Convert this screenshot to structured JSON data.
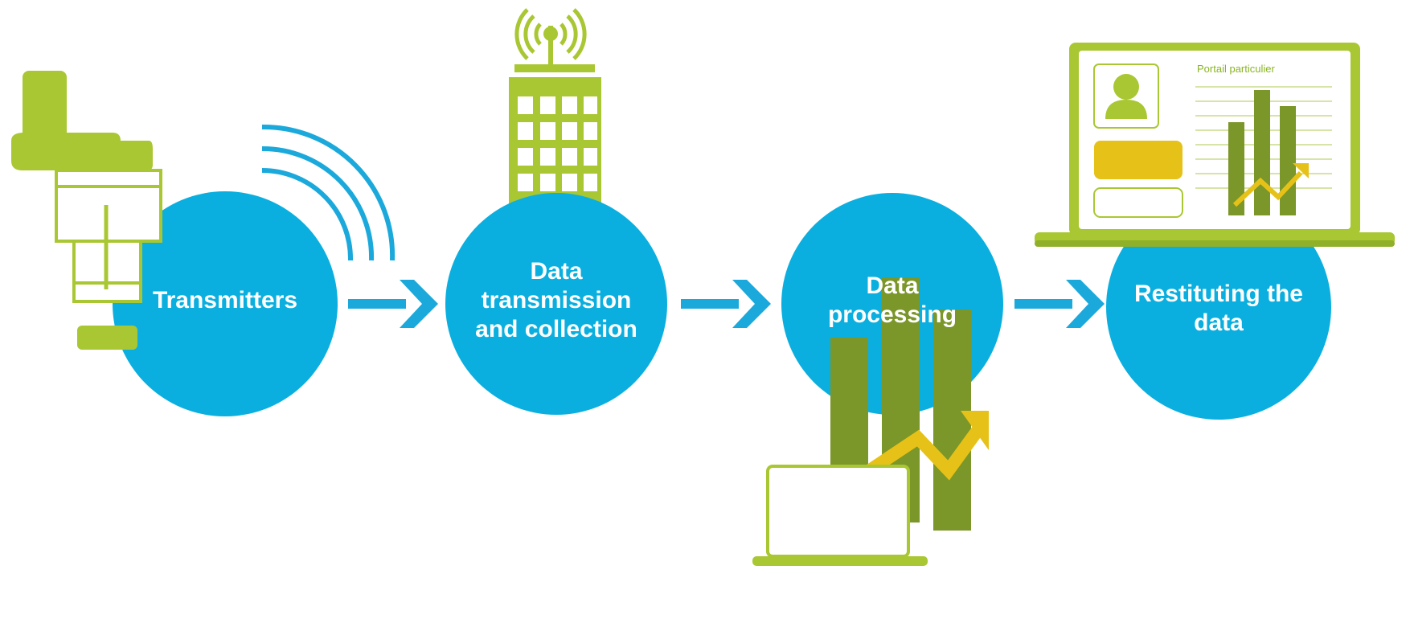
{
  "steps": [
    {
      "label": "Transmitters"
    },
    {
      "label": "Data\ntransmission\nand collection"
    },
    {
      "label": "Data\nprocessing"
    },
    {
      "label": "Restituting the\ndata"
    }
  ],
  "portal": {
    "title": "Portail particulier"
  },
  "colors": {
    "circle": "#0aafdf",
    "arrow": "#1ba9dc",
    "lime": "#a9c732",
    "olive": "#7b9629",
    "yellow": "#e6c218"
  },
  "icons": [
    "meter-transmitter-icon",
    "radio-waves-icon",
    "antenna-building-icon",
    "bar-chart-laptop-icon",
    "laptop-portal-icon",
    "user-avatar-icon",
    "arrow-right-icon"
  ]
}
